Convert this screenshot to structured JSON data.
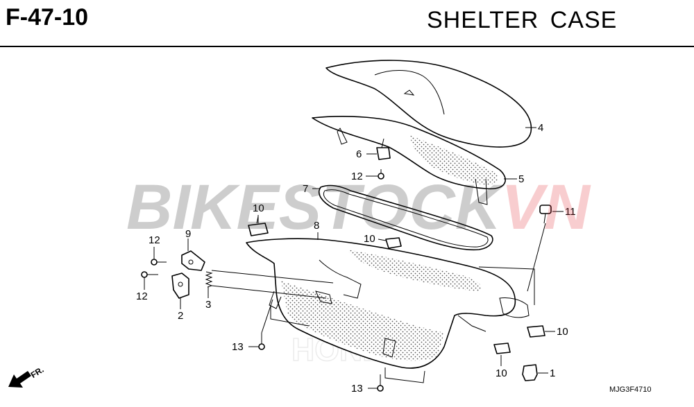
{
  "header": {
    "code": "F-47-10",
    "title": "SHELTER  CASE"
  },
  "watermark": {
    "text_black": "BIKESTOCK",
    "text_red": "VN",
    "colors": {
      "black": "#222222",
      "red": "#e0202a"
    }
  },
  "background_mark": "HONDA",
  "direction_indicator": "FR.",
  "drawing_code": "MJG3F4710",
  "callouts": {
    "p1": "1",
    "p2": "2",
    "p3": "3",
    "p4": "4",
    "p5": "5",
    "p6": "6",
    "p7": "7",
    "p8": "8",
    "p9": "9",
    "p10a": "10",
    "p10b": "10",
    "p10c": "10",
    "p10d": "10",
    "p11": "11",
    "p12a": "12",
    "p12b": "12",
    "p12c": "12",
    "p13a": "13",
    "p13b": "13"
  }
}
